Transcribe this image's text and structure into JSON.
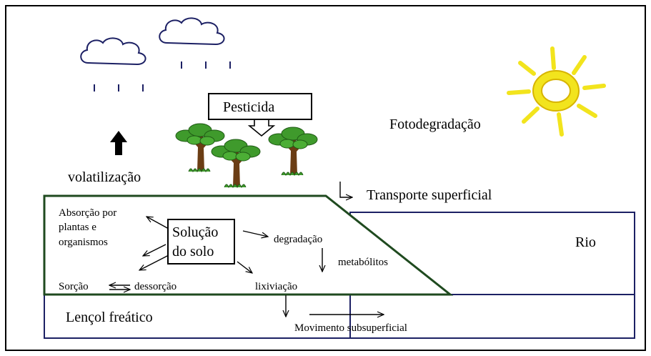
{
  "labels": {
    "pesticide": "Pesticida",
    "photodegradation": "Fotodegradação",
    "volatilization": "volatilização",
    "surface_transport": "Transporte superficial",
    "river": "Rio",
    "plant_absorption": "Absorção por plantas e organismos",
    "soil_solution_line1": "Solução",
    "soil_solution_line2": "do solo",
    "degradation": "degradação",
    "metabolites": "metabólitos",
    "sorption": "Sorção",
    "desorption": "dessorção",
    "leaching": "lixiviação",
    "groundwater": "Lençol freático",
    "subsurface_movement": "Movimento subsuperficial"
  },
  "colors": {
    "soil_outline": "#1f4a1f",
    "water_outline": "#1c2064",
    "sun": "#f2e41d",
    "sun_outline": "#d7b400",
    "tree_foliage": "#3f9a2c",
    "tree_trunk": "#6b3d14"
  },
  "icons": [
    "cloud-icon",
    "rain-drops-icon",
    "sun-icon",
    "tree-icon",
    "up-arrow-icon",
    "callout-arrow-icon"
  ]
}
